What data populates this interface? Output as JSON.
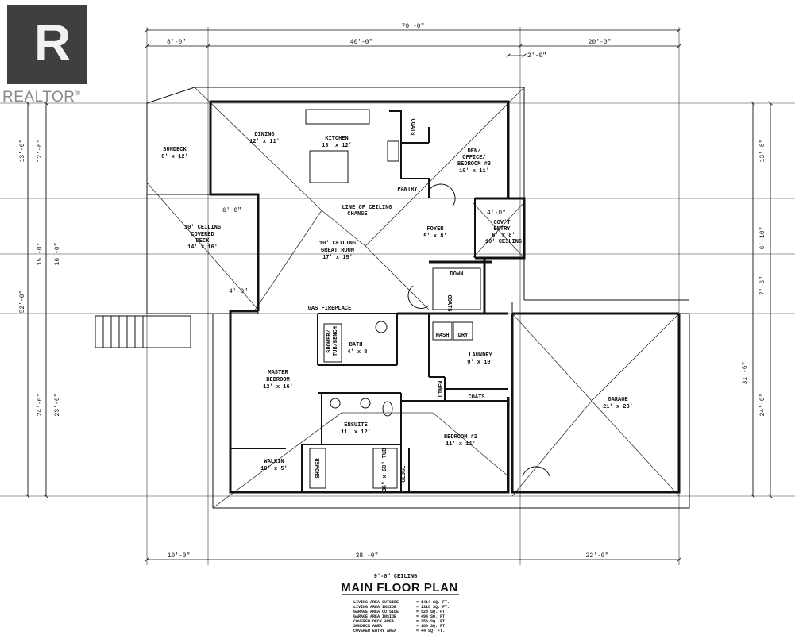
{
  "logo": {
    "mark": "R",
    "text": "REALTOR",
    "reg": "®"
  },
  "plan_title": "MAIN FLOOR PLAN",
  "ceiling_note": "9'-0\" CEILING",
  "dimensions": {
    "top_overall": "70'-0\"",
    "top_left": "8'-0\"",
    "top_mid": "40'-0\"",
    "top_right": "20'-0\"",
    "top_small": "2'-0\"",
    "bottom_left": "10'-0\"",
    "bottom_mid": "38'-0\"",
    "bottom_right": "22'-0\"",
    "left_overall": "52'-0\"",
    "left_a1": "13'-0\"",
    "left_a2": "15'-0\"",
    "left_a3": "24'-0\"",
    "left_b1": "12'-6\"",
    "left_b2": "16'-0\"",
    "left_b3": "23'-6\"",
    "right_a": "13'-8\"",
    "right_b": "6'-10\"",
    "right_c": "7'-6\"",
    "right_d": "24'-0\"",
    "right_e": "31'-6\"",
    "deck_w1": "6'-0\"",
    "deck_w2": "4'-0\"",
    "entry_w": "4'-0\""
  },
  "rooms": {
    "dining": {
      "name": "DINING",
      "size": "12' x 11'"
    },
    "kitchen": {
      "name": "KITCHEN",
      "size": "13' x 12'"
    },
    "coats_top": "COATS",
    "den": {
      "line1": "DEN/",
      "line2": "OFFICE/",
      "line3": "BEDROOM #3",
      "size": "10' x 11'"
    },
    "sundeck": {
      "name": "SUNDECK",
      "size": "8' x 12'"
    },
    "pantry": "PANTRY",
    "ceiling_change": {
      "line1": "LINE OF CEILING",
      "line2": "CHANGE"
    },
    "foyer": {
      "name": "FOYER",
      "size": "5' x 8'"
    },
    "covt_entry": {
      "name": "COV'T",
      "name2": "ENTRY",
      "size": "6' x 8'",
      "ceiling": "10' CEILING"
    },
    "covered_deck": {
      "ceiling": "10' CEILING",
      "name": "COVERED",
      "name2": "DECK",
      "size": "14' x 16'"
    },
    "great_room": {
      "ceiling": "10' CEILING",
      "name": "GREAT ROOM",
      "size": "17' x 15'"
    },
    "down": "DOWN",
    "gas_fireplace": "GAS FIREPLACE",
    "shower": {
      "line1": "SHOWER/",
      "line2": "TUB/BENCH"
    },
    "bath": {
      "name": "BATH",
      "size": "4' x 8'"
    },
    "coats_mid": "COATS",
    "wash": "WASH",
    "dry": "DRY",
    "laundry": {
      "name": "LAUNDRY",
      "size": "9' x 10'"
    },
    "master": {
      "name": "MASTER",
      "name2": "BEDROOM",
      "size": "12' x 16'"
    },
    "linen": "LINEN",
    "coats_low": "COATS",
    "garage": {
      "name": "GARAGE",
      "size": "21' x 23'"
    },
    "ensuite": {
      "name": "ENSUITE",
      "size": "11' x 12'"
    },
    "bedroom2": {
      "name": "BEDROOM #2",
      "size": "11' x 11'"
    },
    "walkin": {
      "name": "WALKIN",
      "size": "10' x 5'"
    },
    "shower2": "SHOWER",
    "tub": "36\" x 60\" TUB",
    "closet": "CLOSET"
  },
  "area_stats": [
    {
      "label": "LIVING AREA OUTSIDE",
      "value": "= 1414 SQ. FT."
    },
    {
      "label": "LIVING AREA INSIDE",
      "value": "= 1318 SQ. FT."
    },
    {
      "label": "GARAGE AREA OUTSIDE",
      "value": "= 528 SQ. FT."
    },
    {
      "label": "GARAGE AREA INSIDE",
      "value": "= 494 SQ. FT."
    },
    {
      "label": "COVERED DECK AREA",
      "value": "= 256 SQ. FT."
    },
    {
      "label": "SUNDECK AREA",
      "value": "= 100 SQ. FT."
    },
    {
      "label": "COVERED ENTRY AREA",
      "value": "= 44 SQ. FT."
    }
  ]
}
